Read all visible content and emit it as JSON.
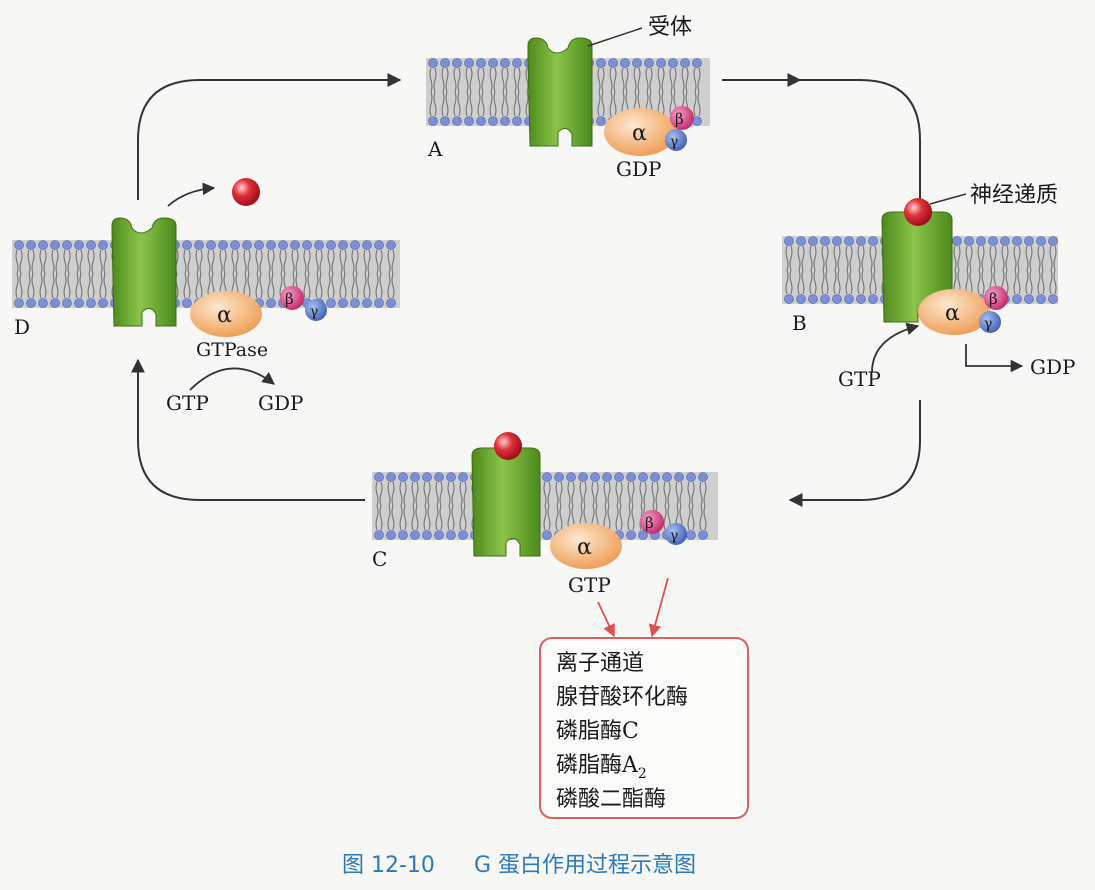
{
  "colors": {
    "membrane_fill": "#cfcfcf",
    "head": "#7c8fd6",
    "receptor_green": "#6faa2e",
    "alpha_orange": "#f2a55c",
    "beta_pink": "#d63a7c",
    "gamma_blue": "#5577cc",
    "ligand_red": "#e0303a",
    "arrow": "#333333",
    "effect_arrow": "#e05050",
    "box_border": "#e06060",
    "caption_blue": "#2a7ac0"
  },
  "greek": {
    "alpha": "α",
    "beta": "β",
    "gamma": "γ"
  },
  "labels": {
    "panel_a": "A",
    "panel_b": "B",
    "panel_c": "C",
    "panel_d": "D",
    "receptor": "受体",
    "neurotransmitter": "神经递质",
    "gdp_a": "GDP",
    "gtp_b": "GTP",
    "gdp_b": "GDP",
    "gtp_c": "GTP",
    "gtpase": "GTPase",
    "gtp_d": "GTP",
    "gdp_d": "GDP"
  },
  "effectors": [
    "离子通道",
    "腺苷酸环化酶",
    "磷脂酶C",
    "磷脂酶A",
    "磷酸二酯酶"
  ],
  "effector_subscript": "2",
  "caption": {
    "figure_no": "图 12-10",
    "title": "G 蛋白作用过程示意图"
  }
}
